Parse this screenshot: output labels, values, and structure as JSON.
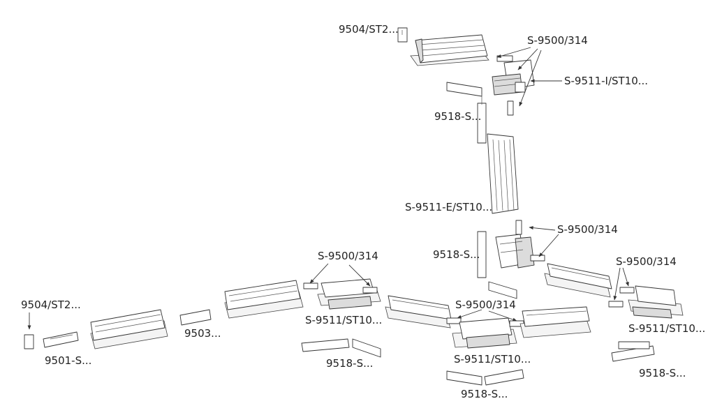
{
  "labels": {
    "endcap_top": "9504/ST2...",
    "connector_top": "S-9500/314",
    "profile_corner_in": "S-9511-I/ST10...",
    "flex_top": "9518-S...",
    "profile_corner_ext": "S-9511-E/ST10...",
    "connector_mid": "S-9500/314",
    "flex_mid": "9518-S...",
    "connector_right": "S-9500/314",
    "connector_left": "S-9500/314",
    "endcap_left": "9504/ST2...",
    "corner_left": "S-9511/ST10...",
    "connector_center": "S-9500/314",
    "profile_9503": "9503...",
    "profile_9501": "9501-S...",
    "flex_left": "9518-S...",
    "corner_center": "S-9511/ST10...",
    "corner_right": "S-9511/ST10...",
    "flex_right": "9518-S...",
    "flex_bottom": "9518-S..."
  },
  "colors": {
    "line": "#333333",
    "fill": "#ffffff",
    "shade": "#dcdcdc"
  }
}
